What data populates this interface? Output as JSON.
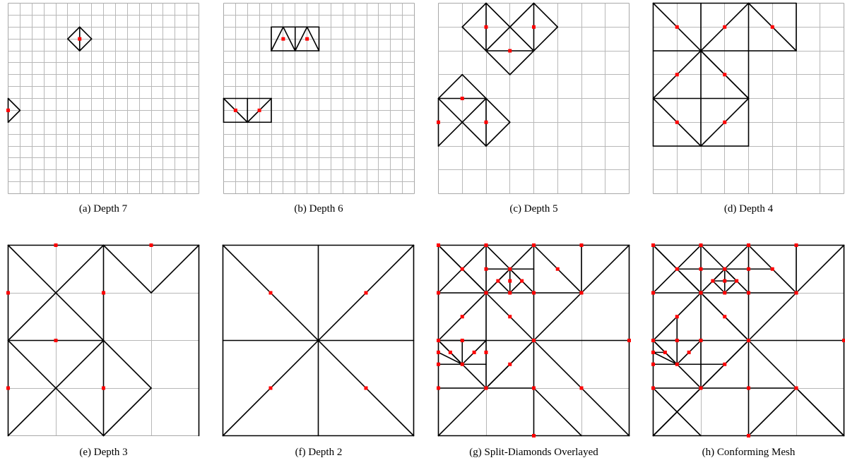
{
  "figure": {
    "colors": {
      "grid": "#b8b8b8",
      "edge": "#000000",
      "vertex": "#ff0000",
      "border": "#a8a8a8"
    },
    "panels": [
      {
        "id": "a",
        "caption": "(a) Depth 7",
        "grid_divisions": 16
      },
      {
        "id": "b",
        "caption": "(b) Depth 6",
        "grid_divisions": 16
      },
      {
        "id": "c",
        "caption": "(c) Depth 5",
        "grid_divisions": 8
      },
      {
        "id": "d",
        "caption": "(d) Depth 4",
        "grid_divisions": 8
      },
      {
        "id": "e",
        "caption": "(e) Depth 3",
        "grid_divisions": 4
      },
      {
        "id": "f",
        "caption": "(f) Depth 2",
        "grid_divisions": 2
      },
      {
        "id": "g",
        "caption": "(g) Split-Diamonds Overlayed",
        "grid_divisions": 4
      },
      {
        "id": "h",
        "caption": "(h) Conforming Mesh",
        "grid_divisions": 4
      }
    ]
  }
}
